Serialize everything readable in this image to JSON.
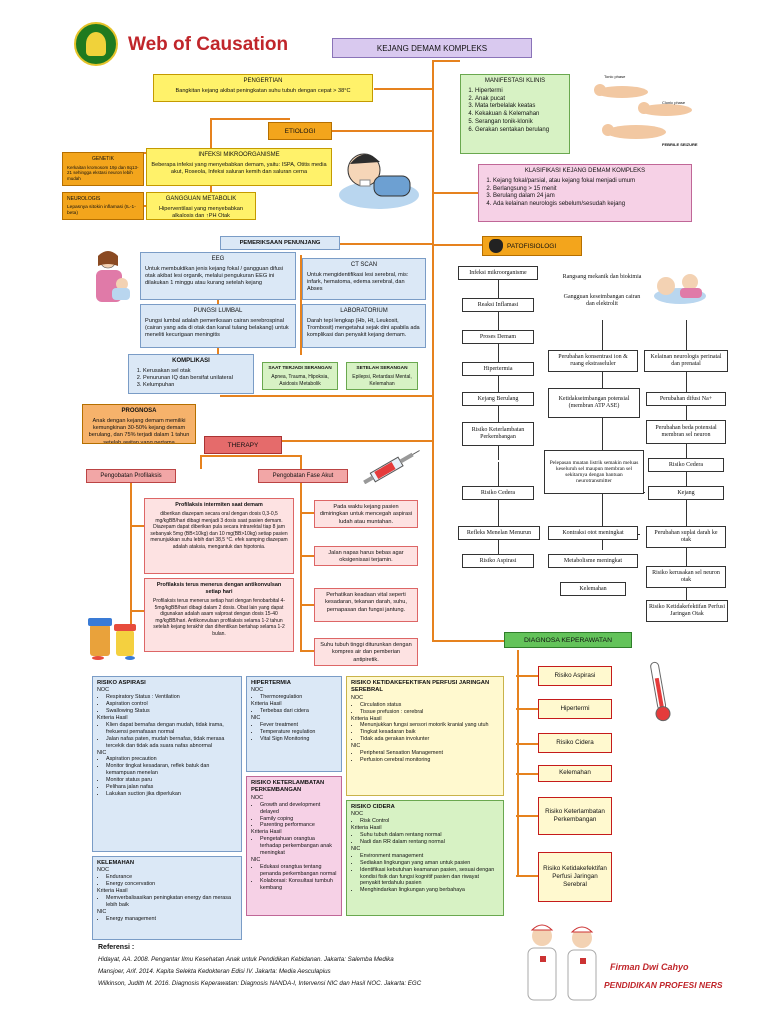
{
  "header": {
    "title": "Web of Causation",
    "main_topic": "KEJANG DEMAM KOMPLEKS"
  },
  "pengertian": {
    "title": "PENGERTIAN",
    "text": "Bangkitan kejang akibat peningkatan suhu tubuh dengan cepat > 38°C"
  },
  "etiologi": {
    "label": "ETIOLOGI"
  },
  "genetik": {
    "title": "GENETIK",
    "text": "Kerkaitan kromosom 19p dan 8q13-21 sehingga ekstasi neuron lebih mudah"
  },
  "infeksi": {
    "title": "INFEKSI MIKROORGANISME",
    "text": "Beberapa infeksi yang menyebabkan demam, yaitu: ISPA, Otitis media akut, Roseola, Infeksi saluran kemih dan saluran cerna"
  },
  "neurologis": {
    "title": "NEUROLOGIS",
    "text": "Lepasnya sitokin inflamasi (IL-1-beta)"
  },
  "metabolik": {
    "title": "GANGGUAN METABOLIK",
    "text": "Hiperventilasi yang menyebabkan alkalosis dan ↑PH Otak"
  },
  "manifestasi": {
    "title": "MANIFESTASI KLINIS",
    "items": [
      "Hipertermi",
      "Anak pucat",
      "Mata terbelalak keatas",
      "Kekakuan & Kelemahan",
      "Serangan tonik-klonik",
      "Gerakan sentakan berulang"
    ],
    "img_labels": [
      "Tonic phase",
      "Clonic phase",
      "FEBRILE SEIZURE"
    ]
  },
  "klasifikasi": {
    "title": "KLASIFIKASI KEJANG DEMAM KOMPLEKS",
    "items": [
      "Kejang fokal/parsial, atau kejang fokal menjadi umum",
      "Berlangsung > 15 menit",
      "Berulang dalam 24 jam",
      "Ada kelainan neurologis sebelum/sesudah kejang"
    ]
  },
  "penunjang": {
    "title": "PEMERIKSAAN PENUNJANG",
    "eeg": {
      "title": "EEG",
      "text": "Untuk membuktikan jenis kejang fokal / gangguan difusi otak akibat lesi organik, melalui pengukuran EEG ini dilakukan 1 minggu atau kurang setelah kejang"
    },
    "ct": {
      "title": "CT SCAN",
      "text": "Untuk mengidentifikasi lesi serebral, mis: infark, hematoma, edema serebral, dan Abses"
    },
    "lumbal": {
      "title": "PUNGSI LUMBAL",
      "text": "Pungsi lumbal adalah pemeriksaan cairan serebrospinal (cairan yang ada di otak dan kanal tulang belakang) untuk meneliti kecurigaan meningitis"
    },
    "lab": {
      "title": "LABORATORIUM",
      "text": "Darah tepi lengkap (Hb, Ht, Leukosit, Trombosit) mengetahui sejak dini apabila ada komplikasi dan penyakit kejang demam."
    }
  },
  "komplikasi": {
    "title": "KOMPLIKASI",
    "items": [
      "Kerusakan sel otak",
      "Penurunan IQ dan bersifat unilateral",
      "Kelumpuhan"
    ]
  },
  "saat_serangan": {
    "title": "SAAT TERJADI SERANGAN",
    "text": "Apnea, Trauma, Hipoksia, Asidosis Metabolik"
  },
  "setelah_serangan": {
    "title": "SETELAH SERANGAN",
    "text": "Epilepsi, Retardasi Mental, Kelemahan"
  },
  "prognosa": {
    "title": "PROGNOSA",
    "text": "Anak dengan kejang demam memiliki kemungkinan 30-50% kejang demam berulang, dan 75% terjadi dalam 1 tahun setelah awitan yang pertama"
  },
  "therapy": {
    "label": "THERAPY",
    "profilaksis": "Pengobatan Profilaksis",
    "fase_akut": "Pengobatan Fase Akut"
  },
  "prof1": {
    "title": "Profilaksis intermiten saat demam",
    "text": "diberikan diazepam secara oral dengan dosis 0,3-0,5 mg/kgBB/hari dibagi menjadi 3 dosis saat pasien demam. Diazepam dapat diberikan pula secara intrarektal tiap 8 jam sebanyak 5mg (BB<10kg) dan 10 mg(BB>10kg) setiap pasien menunjukkan suhu lebih dari 38,5 °C. efek samping diazepam adalah ataksia, mengantuk dan hipotonia."
  },
  "prof2": {
    "title": "Profilaksis terus menerus dengan antikonvulsan setiap hari",
    "text": "Profilaksis terus menerus setiap hari dengan fenobarbital 4-5mg/kgBB/hari dibagi dalam 2 dosis. Obat lain yang dapat digunakan adalah asam valproat dengan dosis 15-40 mg/kgBB/hari. Antikonvulsan profilaksis selama 1-2 tahun setelah kejang terakhir dan dihentikan bertahap selama 1-2 bulan."
  },
  "akut": [
    "Pada waktu kejang pasien dimiringkan untuk mencegah aspirasi ludah atau muntahan.",
    "Jalan napas harus bebas agar oksigenisasi terjamin.",
    "Perhatikan keadaan vital seperti kesadaran, tekanan darah, suhu, pernapasan dan fungsi jantung.",
    "Suhu tubuh tinggi diturunkan dengan kompres air dan pemberian antipiretik."
  ],
  "patofisiologi": {
    "label": "PATOFISIOLOGI",
    "nodes": [
      "Infeksi mikroorganisme",
      "Reaksi Inflamasi",
      "Proses Demam",
      "Hipertermia",
      "Kejang Berulang",
      "Risiko Keterlambatan Perkembangan",
      "Risiko Cedera",
      "Refleks Menelan Menurun",
      "Risiko Aspirasi",
      "Rangsang mekanik dan biokimia",
      "Gangguan keseimbangan cairan dan elektrolit",
      "Perubahan konsentrasi ion & ruang ekstraseluler",
      "Kelainan neurologis perinatal dan prenatal",
      "Ketidakseimbangan potensial (membran ATP ASE)",
      "Perubahan difusi Na+",
      "Perubahan beda potensial membran sel neuron",
      "Pelepasan muatan listrik semakin meluas keseluruh sel maupun membran sel sekitarnya dengan bantuan neurotransmitter",
      "Risiko Cedera",
      "Kejang",
      "Kontraksi otot meningkat",
      "Metabolisme meningkat",
      "Kelemahan",
      "Perubahan suplai darah ke otak",
      "Risiko kerusakan sel neuron otak",
      "Risiko Ketidakefektifan Perfusi Jaringan Otak"
    ]
  },
  "diagnosa": {
    "label": "DIAGNOSA KEPERAWATAN",
    "items": [
      "Risiko Aspirasi",
      "Hipertermi",
      "Risiko Cidera",
      "Kelemahan",
      "Risiko Keterlambatan Perkembangan",
      "Risiko Ketidakefektifan Perfusi Jaringan Serebral"
    ]
  },
  "noc": {
    "aspirasi": {
      "title": "RISIKO ASPIRASI",
      "noc_label": "NOC",
      "noc": [
        "Respiratory Status : Ventilation",
        "Aspiration control",
        "Swallowing Status"
      ],
      "kh_label": "Kriteria Hasil",
      "kh": [
        "Klien dapat bernafas dengan mudah, tidak irama, frekuensi pernafasan normal",
        "Jalan nafas paten, mudah bernafas, tidak merasa tercekik dan tidak ada suara nafas abnormal"
      ],
      "nic_label": "NIC",
      "nic": [
        "Aspiration precaution",
        "Monitor tingkat kesadaran, reflek batuk dan kemampuan menelan",
        "Monitor status paru",
        "Pelihara jalan nafas",
        "Lakukan suction jika diperlukan"
      ]
    },
    "hipertermia": {
      "title": "HIPERTERMIA",
      "noc_label": "NOC",
      "noc": [
        "Thermoregulation"
      ],
      "kh_label": "Kriteria Hasil",
      "kh": [
        "Terbebas dari cidera"
      ],
      "nic_label": "NIC",
      "nic": [
        "Fever treatment",
        "Temperature regulation",
        "Vital Sign Monitoring"
      ]
    },
    "perfusi": {
      "title": "RISIKO KETIDAKEFEKTIFAN PERFUSI JARINGAN SEREBRAL",
      "noc_label": "NOC",
      "noc": [
        "Circulation status",
        "Tissue prefusion : cerebral"
      ],
      "kh_label": "Kriteria Hasil",
      "kh": [
        "Menunjukkan fungsi sensori motorik kranial yang utuh",
        "Tingkat kesadaran baik",
        "Tidak ada gerakan involunter"
      ],
      "nic_label": "NIC",
      "nic": [
        "Peripheral Sensation Management",
        "Perfusion cerebral monitoring"
      ]
    },
    "keterlambatan": {
      "title": "RISIKO KETERLAMBATAN PERKEMBANGAN",
      "noc_label": "NOC",
      "noc": [
        "Growth and development delayed",
        "Family coping",
        "Parenting performance"
      ],
      "kh_label": "Kriteria Hasil",
      "kh": [
        "Pengetahuan orangtua terhadap perkembangan anak meningkat"
      ],
      "nic_label": "NIC",
      "nic": [
        "Edukasi orangtua tentang penanda perkembangan normal",
        "Kolaborasi: Konsultasi tumbuh kembang"
      ]
    },
    "cidera": {
      "title": "RISIKO CIDERA",
      "noc_label": "NOC",
      "noc": [
        "Risk Control"
      ],
      "kh_label": "Kriteria Hasil",
      "kh": [
        "Suhu tubuh dalam rentang normal",
        "Nadi dan RR dalam rentang normal"
      ],
      "nic_label": "NIC",
      "nic": [
        "Environment management",
        "Sediakan lingkungan yang aman untuk pasien",
        "Identifikasi kebutuhan keamanan pasien, sesuai dengan kondisi fisik dan fungsi kognitif pasien dan riwayat penyakit terdahulu pasien",
        "Menghindarkan lingkungan yang berbahaya"
      ]
    },
    "kelemahan": {
      "title": "KELEMAHAN",
      "noc_label": "NOC",
      "noc": [
        "Endurance",
        "Energy concervation"
      ],
      "kh_label": "Kriteria Hasil",
      "kh": [
        "Memverbalisasikan peningkatan energy dan merasa lebih baik"
      ],
      "nic_label": "NIC",
      "nic": [
        "Energy management"
      ]
    }
  },
  "referensi": {
    "title": "Referensi :",
    "items": [
      "Hidayat, AA. 2008. Pengantar Ilmu Kesehatan Anak untuk Pendidikan Kebidanan. Jakarta: Salemba Medika",
      "Mansjoer, Arif. 2014. Kapita Selekta Kedokteran Edisi IV. Jakarta: Media Aesculapius",
      "Wilkinson, Judith M. 2016. Diagnosis Keperawatan: Diagnosis NANDA-I, Intervensi NIC dan Hasil NOC. Jakarta: EGC"
    ]
  },
  "author": {
    "name": "Firman Dwi Cahyo",
    "program": "PENDIDIKAN PROFESI NERS"
  },
  "colors": {
    "accent": "#e6821e",
    "title_red": "#c0262b",
    "yellow": "#fff26a",
    "green": "#d7f2c4",
    "pink": "#f6d1e6",
    "blue": "#dbe8f6"
  }
}
